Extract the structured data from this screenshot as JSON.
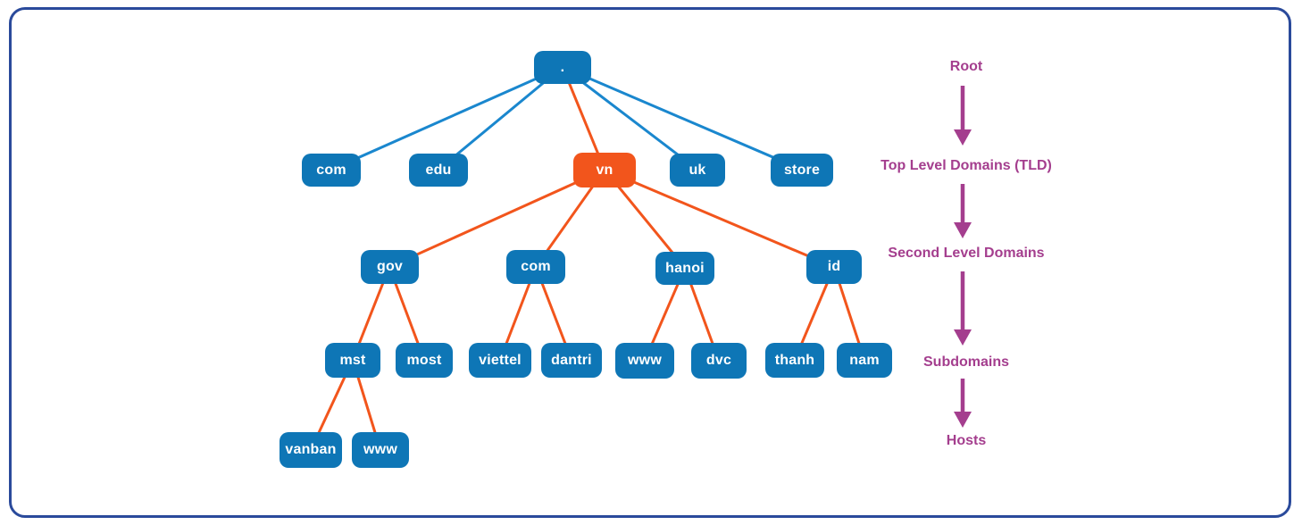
{
  "diagram": {
    "title_hint": "DNS domain name hierarchy tree",
    "nodes": {
      "root": ".",
      "com_tld": "com",
      "edu": "edu",
      "vn": "vn",
      "uk": "uk",
      "store": "store",
      "gov": "gov",
      "com_sld": "com",
      "hanoi": "hanoi",
      "id": "id",
      "mst": "mst",
      "most": "most",
      "viettel": "viettel",
      "dantri": "dantri",
      "www_hanoi": "www",
      "dvc": "dvc",
      "thanh": "thanh",
      "nam": "nam",
      "vanban": "vanban",
      "www_mst": "www"
    },
    "highlighted_node": "vn",
    "hierarchy": {
      ".": [
        "com",
        "edu",
        "vn",
        "uk",
        "store"
      ],
      "vn": [
        "gov",
        "com",
        "hanoi",
        "id"
      ],
      "gov.vn": [
        "mst",
        "most"
      ],
      "com.vn": [
        "viettel",
        "dantri"
      ],
      "hanoi.vn": [
        "www",
        "dvc"
      ],
      "id.vn": [
        "thanh",
        "nam"
      ],
      "mst.gov.vn": [
        "vanban",
        "www"
      ]
    }
  },
  "legend": {
    "levels": [
      "Root",
      "Top Level Domains (TLD)",
      "Second Level Domains",
      "Subdomains",
      "Hosts"
    ]
  },
  "colors": {
    "node-blue": "#0E76B6",
    "node-orange": "#F2551C",
    "line-blue": "#1A87CE",
    "line-orange": "#F2551C",
    "label-purple": "#A43E8E",
    "frame-border": "#2A4A9B"
  }
}
